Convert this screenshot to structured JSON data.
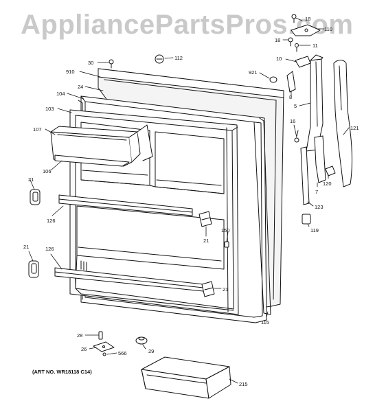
{
  "watermark": "AppliancePartsPros.com",
  "art_number": "(ART NO. WR18118 C14)",
  "callouts": [
    {
      "id": "c18a",
      "text": "18"
    },
    {
      "id": "c110",
      "text": "110"
    },
    {
      "id": "c18b",
      "text": "18"
    },
    {
      "id": "c11",
      "text": "11"
    },
    {
      "id": "c10",
      "text": "10"
    },
    {
      "id": "c30",
      "text": "30"
    },
    {
      "id": "c112",
      "text": "112"
    },
    {
      "id": "c910",
      "text": "910"
    },
    {
      "id": "c921",
      "text": "921"
    },
    {
      "id": "c24",
      "text": "24"
    },
    {
      "id": "c8",
      "text": "8"
    },
    {
      "id": "c104",
      "text": "104"
    },
    {
      "id": "c5",
      "text": "5"
    },
    {
      "id": "c103",
      "text": "103"
    },
    {
      "id": "c16",
      "text": "16"
    },
    {
      "id": "c121",
      "text": "121"
    },
    {
      "id": "c107",
      "text": "107"
    },
    {
      "id": "c106",
      "text": "106"
    },
    {
      "id": "c21a",
      "text": "21"
    },
    {
      "id": "c120",
      "text": "120"
    },
    {
      "id": "c7",
      "text": "7"
    },
    {
      "id": "c123",
      "text": "123"
    },
    {
      "id": "c126a",
      "text": "126"
    },
    {
      "id": "c119",
      "text": "119"
    },
    {
      "id": "c150",
      "text": "150"
    },
    {
      "id": "c21b",
      "text": "21"
    },
    {
      "id": "c21c",
      "text": "21"
    },
    {
      "id": "c126b",
      "text": "126"
    },
    {
      "id": "c21d",
      "text": "21"
    },
    {
      "id": "c115",
      "text": "115"
    },
    {
      "id": "c28",
      "text": "28"
    },
    {
      "id": "c26",
      "text": "26"
    },
    {
      "id": "c566",
      "text": "566"
    },
    {
      "id": "c29",
      "text": "29"
    },
    {
      "id": "c215",
      "text": "215"
    }
  ]
}
